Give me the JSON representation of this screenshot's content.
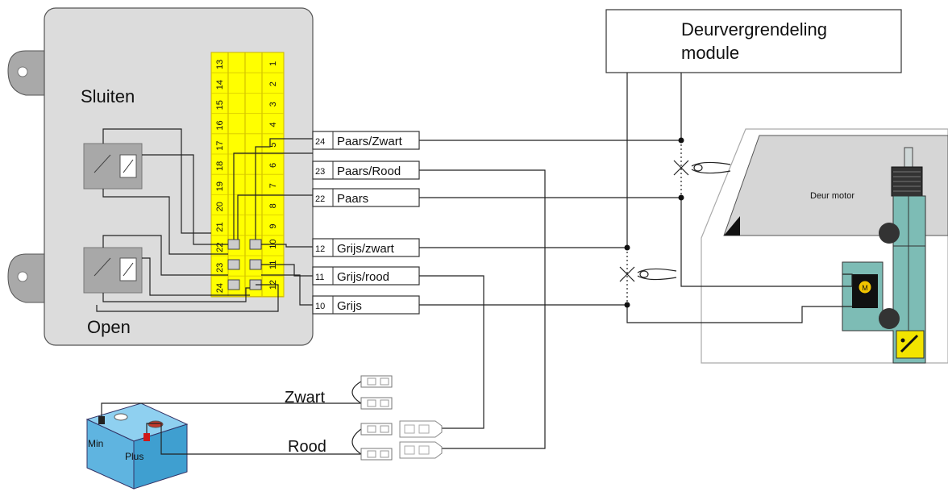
{
  "control_unit": {
    "close_label": "Sluiten",
    "open_label": "Open",
    "terminal_numbers_top": [
      "13",
      "14",
      "15",
      "16",
      "17",
      "18",
      "19",
      "20",
      "21",
      "22",
      "23",
      "24"
    ],
    "terminal_numbers_bottom": [
      "1",
      "2",
      "3",
      "4",
      "5",
      "6",
      "7",
      "8",
      "9",
      "10",
      "11",
      "12"
    ]
  },
  "wires": [
    {
      "number": "24",
      "label": "Paars/Zwart"
    },
    {
      "number": "23",
      "label": "Paars/Rood"
    },
    {
      "number": "22",
      "label": "Paars"
    },
    {
      "number": "12",
      "label": "Grijs/zwart"
    },
    {
      "number": "11",
      "label": "Grijs/rood"
    },
    {
      "number": "10",
      "label": "Grijs"
    }
  ],
  "module": {
    "line1": "Deurvergrendeling",
    "line2": "module"
  },
  "door": {
    "motor_label": "Deur motor",
    "motor_symbol": "M"
  },
  "battery": {
    "min_label": "Min",
    "plus_label": "Plus"
  },
  "battery_wires": {
    "black_label": "Zwart",
    "red_label": "Rood"
  },
  "icons": [
    "cut-mark-icon",
    "pliers-icon",
    "connector-icon",
    "battery-icon",
    "relay-icon"
  ],
  "colors": {
    "unit_body": "#dcdcdc",
    "terminal_block": "#ffff00",
    "battery": "#5fb4e0",
    "door_panel": "#d6d6d6",
    "actuator": "#7dbcb5",
    "mounting_tab": "#a9a9a9"
  }
}
